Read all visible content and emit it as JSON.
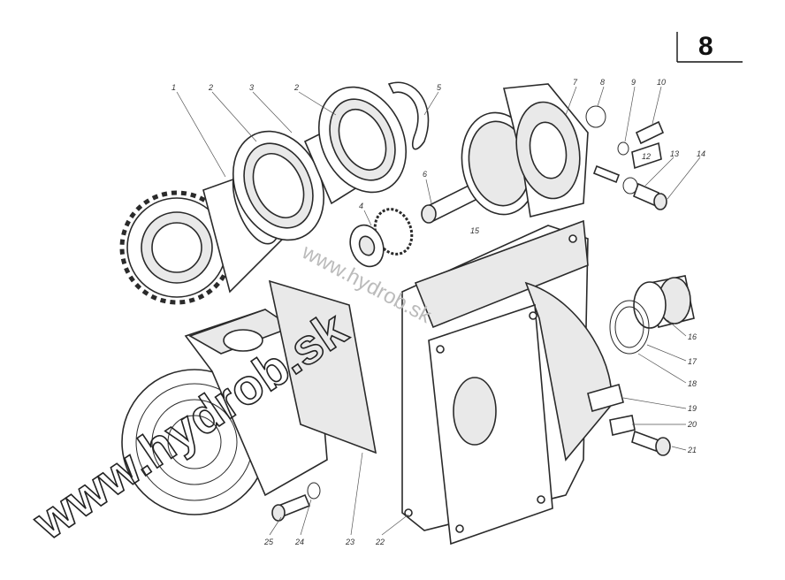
{
  "page_number": "8",
  "watermark": {
    "main": "www.hydrob.sk",
    "secondary": "www.hydrob.sk"
  },
  "callouts": [
    {
      "id": "label-1",
      "text": "1"
    },
    {
      "id": "label-2a",
      "text": "2"
    },
    {
      "id": "label-3",
      "text": "3"
    },
    {
      "id": "label-2b",
      "text": "2"
    },
    {
      "id": "label-5",
      "text": "5"
    },
    {
      "id": "label-4",
      "text": "4"
    },
    {
      "id": "label-6",
      "text": "6"
    },
    {
      "id": "label-15",
      "text": "15"
    },
    {
      "id": "label-7",
      "text": "7"
    },
    {
      "id": "label-8",
      "text": "8"
    },
    {
      "id": "label-9",
      "text": "9"
    },
    {
      "id": "label-10",
      "text": "10"
    },
    {
      "id": "label-12",
      "text": "12"
    },
    {
      "id": "label-13",
      "text": "13"
    },
    {
      "id": "label-14",
      "text": "14"
    },
    {
      "id": "label-16",
      "text": "16"
    },
    {
      "id": "label-17",
      "text": "17"
    },
    {
      "id": "label-18",
      "text": "18"
    },
    {
      "id": "label-19",
      "text": "19"
    },
    {
      "id": "label-20",
      "text": "20"
    },
    {
      "id": "label-21",
      "text": "21"
    },
    {
      "id": "label-22",
      "text": "22"
    },
    {
      "id": "label-23",
      "text": "23"
    },
    {
      "id": "label-24",
      "text": "24"
    },
    {
      "id": "label-25",
      "text": "25"
    }
  ]
}
